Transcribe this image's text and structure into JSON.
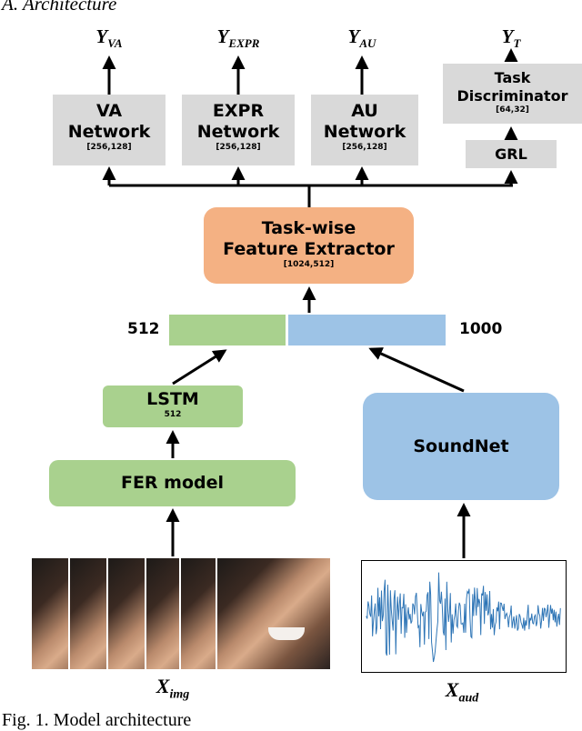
{
  "heading": "A. Architecture",
  "caption": "Fig. 1. Model architecture",
  "outputs": {
    "va": {
      "base": "Y",
      "sub": "VA"
    },
    "expr": {
      "base": "Y",
      "sub": "EXPR"
    },
    "au": {
      "base": "Y",
      "sub": "AU"
    },
    "t": {
      "base": "Y",
      "sub": "T"
    }
  },
  "heads": {
    "va": {
      "line1": "VA",
      "line2": "Network",
      "dims": "[256,128]"
    },
    "expr": {
      "line1": "EXPR",
      "line2": "Network",
      "dims": "[256,128]"
    },
    "au": {
      "line1": "AU",
      "line2": "Network",
      "dims": "[256,128]"
    },
    "task": {
      "line1": "Task",
      "line2": "Discriminator",
      "dims": "[64,32]"
    },
    "grl": "GRL"
  },
  "extractor": {
    "line1": "Task-wise",
    "line2": "Feature Extractor",
    "dims": "[1024,512]"
  },
  "concat": {
    "left": "512",
    "right": "1000"
  },
  "lstm": {
    "label": "LSTM",
    "dims": "512"
  },
  "fer": "FER model",
  "soundnet": "SoundNet",
  "inputs": {
    "img": {
      "base": "X",
      "sub": "img"
    },
    "aud": {
      "base": "X",
      "sub": "aud"
    }
  },
  "colors": {
    "gray": "#d9d9d9",
    "orange": "#f4b183",
    "green": "#a9d18e",
    "blue": "#9dc3e6",
    "wave": "#2e75b6"
  }
}
